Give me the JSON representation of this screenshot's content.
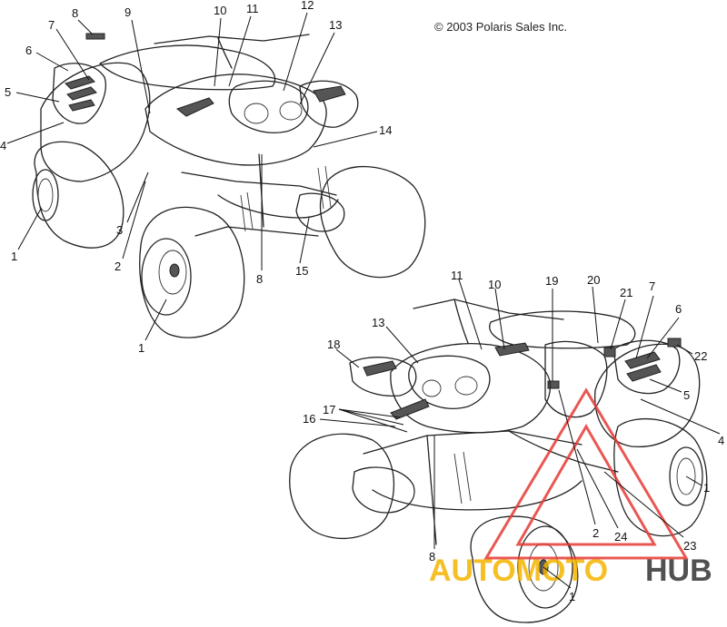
{
  "copyright": "© 2003 Polaris Sales Inc.",
  "callouts_top": [
    "1",
    "1",
    "2",
    "3",
    "4",
    "5",
    "6",
    "7",
    "8",
    "8",
    "9",
    "10",
    "11",
    "12",
    "13",
    "14",
    "15"
  ],
  "callouts_bottom": [
    "1",
    "1",
    "2",
    "4",
    "5",
    "6",
    "7",
    "8",
    "10",
    "11",
    "13",
    "16",
    "17",
    "18",
    "19",
    "20",
    "21",
    "22",
    "23",
    "24"
  ],
  "watermark": {
    "part1": "AUTOMOTO",
    "part2": "HUB",
    "color_triangle": "#e53935",
    "color_text_a": "#f4b400",
    "color_text_b": "#333333"
  }
}
